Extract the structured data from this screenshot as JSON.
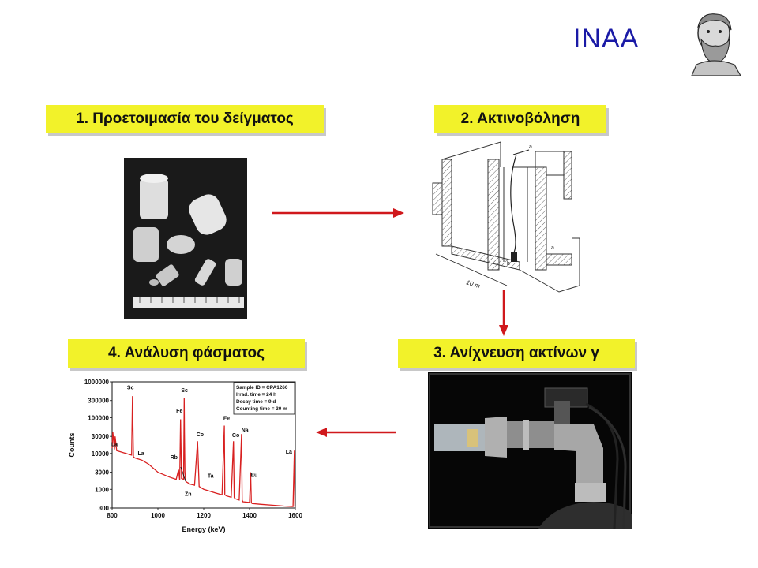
{
  "header": {
    "title": "INAA"
  },
  "steps": [
    {
      "label": "1. Προετοιμασία του δείγματος"
    },
    {
      "label": "2. Ακτινοβόληση"
    },
    {
      "label": "3. Ανίχνευση  ακτίνων γ"
    },
    {
      "label": "4. Ανάλυση φάσματος"
    }
  ],
  "drawing": {
    "scale_label": "10 m",
    "marker_a": "a",
    "marker_b": "b"
  },
  "colors": {
    "title": "#1a1aa6",
    "step_bg": "#f2f22a",
    "arrow": "#d0181c",
    "spectrum": "#d82020"
  },
  "chart_data": {
    "type": "line",
    "xlabel": "Energy (keV)",
    "ylabel": "Counts",
    "xlim": [
      800,
      1600
    ],
    "ylim": [
      300,
      1000000
    ],
    "yscale": "log",
    "xticks": [
      800,
      1000,
      1200,
      1400,
      1600
    ],
    "yticks": [
      {
        "v": 1000000,
        "label": "1000000"
      },
      {
        "v": 300000,
        "label": "300000"
      },
      {
        "v": 100000,
        "label": "100000"
      },
      {
        "v": 30000,
        "label": "30000"
      },
      {
        "v": 10000,
        "label": "10000"
      },
      {
        "v": 3000,
        "label": "3000"
      },
      {
        "v": 1000,
        "label": "1000"
      },
      {
        "v": 300,
        "label": "300"
      }
    ],
    "legend_box": [
      "Sample ID = CPA1260",
      "Irrad. time      = 24 h",
      "Decay time      =   9 d",
      "Counting time = 30 m"
    ],
    "series": [
      {
        "x": [
          800,
          803,
          810,
          813,
          820,
          840,
          860,
          885,
          889,
          893,
          900,
          930,
          960,
          1000,
          1050,
          1080,
          1090,
          1095,
          1099,
          1103,
          1112,
          1115,
          1116,
          1118,
          1121,
          1125,
          1140,
          1160,
          1173,
          1180,
          1200,
          1250,
          1280,
          1290,
          1292,
          1300,
          1320,
          1330,
          1333,
          1336,
          1355,
          1365,
          1368,
          1371,
          1400,
          1405,
          1408,
          1411,
          1450,
          1500,
          1550,
          1590,
          1596,
          1598,
          1600
        ],
        "y": [
          14000,
          40000,
          13000,
          30000,
          12000,
          11000,
          10000,
          9000,
          400000,
          8000,
          7500,
          6500,
          5000,
          3000,
          2200,
          1900,
          3500,
          1800,
          90000,
          2000,
          1900,
          350000,
          40000,
          3000,
          1700,
          1600,
          1400,
          1300,
          22000,
          1200,
          1000,
          800,
          700,
          60000,
          700,
          650,
          600,
          22000,
          600,
          550,
          500,
          35000,
          500,
          450,
          430,
          3000,
          430,
          400,
          380,
          360,
          340,
          330,
          12000,
          330,
          320
        ]
      }
    ],
    "peak_labels": [
      {
        "text": "La",
        "x": 810,
        "y": 16000
      },
      {
        "text": "La",
        "x": 926,
        "y": 9000
      },
      {
        "text": "Sc",
        "x": 880,
        "y": 620000
      },
      {
        "text": "Sc",
        "x": 1116,
        "y": 520000
      },
      {
        "text": "Fe",
        "x": 1094,
        "y": 140000
      },
      {
        "text": "Rb",
        "x": 1070,
        "y": 7000
      },
      {
        "text": "Co",
        "x": 1184,
        "y": 30000
      },
      {
        "text": "Ta",
        "x": 1230,
        "y": 2100
      },
      {
        "text": "Zn",
        "x": 1132,
        "y": 650
      },
      {
        "text": "Fe",
        "x": 1300,
        "y": 85000
      },
      {
        "text": "Co",
        "x": 1340,
        "y": 29000
      },
      {
        "text": "Na",
        "x": 1380,
        "y": 40000
      },
      {
        "text": "Eu",
        "x": 1420,
        "y": 2200
      },
      {
        "text": "La",
        "x": 1572,
        "y": 10000
      }
    ]
  }
}
